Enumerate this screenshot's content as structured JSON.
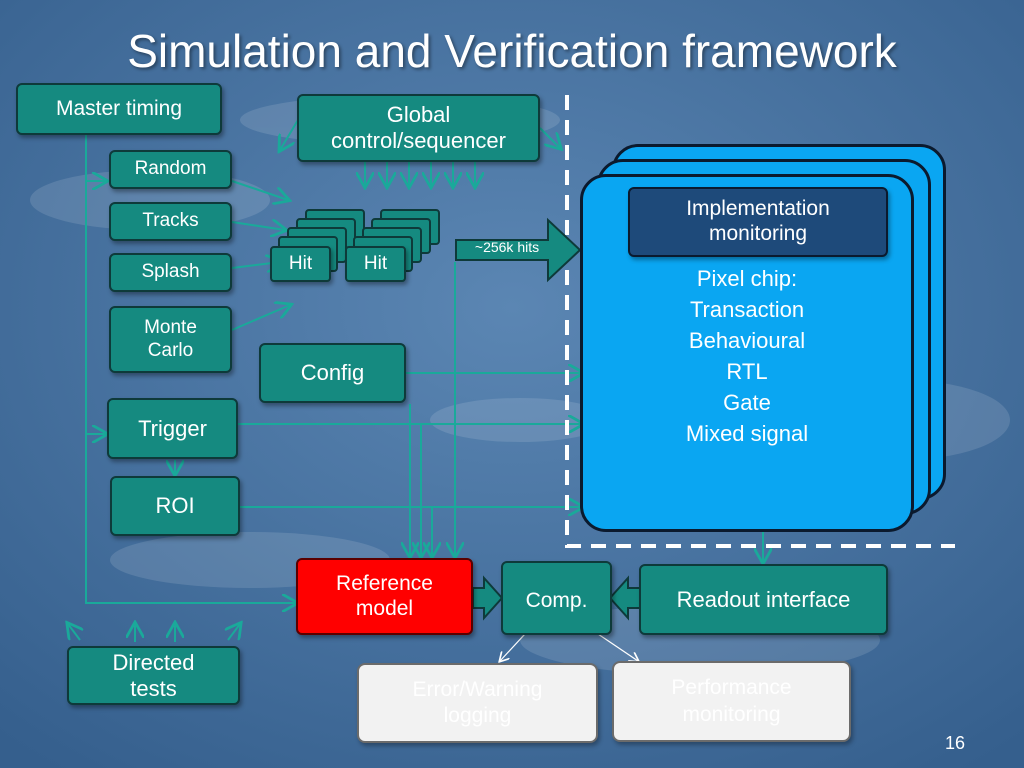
{
  "slide": {
    "title": "Simulation and Verification framework",
    "page_number": "16"
  },
  "sources": {
    "master_timing": "Master timing",
    "global_control": "Global control/sequencer",
    "random": "Random",
    "tracks": "Tracks",
    "splash": "Splash",
    "monte_carlo": "Monte Carlo",
    "trigger": "Trigger",
    "roi": "ROI",
    "config": "Config",
    "directed_tests": "Directed tests"
  },
  "hits": {
    "hit_a": "Hit",
    "hit_b": "Hit",
    "rate_label": "~256k hits"
  },
  "dut": {
    "implementation_monitoring": "Implementation monitoring",
    "lines": [
      "Pixel chip:",
      "Transaction",
      "Behavioural",
      "RTL",
      "Gate",
      "Mixed signal"
    ]
  },
  "checking": {
    "reference_model": "Reference model",
    "comp": "Comp.",
    "readout_interface": "Readout interface",
    "error_logging": "Error/Warning logging",
    "performance_monitoring": "Performance monitoring"
  },
  "colors": {
    "background": "#3f6a98",
    "box_fill": "#158a80",
    "box_border": "#0e3a3a",
    "chip_fill": "#0aa6f2",
    "impl_fill": "#1e4a7a",
    "reference_fill": "#ff0000",
    "grey_fill": "#f2f2f2"
  }
}
